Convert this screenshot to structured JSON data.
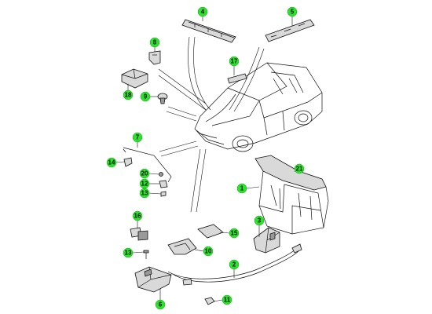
{
  "callouts": [
    {
      "id": "c4",
      "label": "4"
    },
    {
      "id": "c5",
      "label": "5"
    },
    {
      "id": "c8",
      "label": "8"
    },
    {
      "id": "c17",
      "label": "17"
    },
    {
      "id": "c18",
      "label": "18"
    },
    {
      "id": "c9",
      "label": "9"
    },
    {
      "id": "c7",
      "label": "7"
    },
    {
      "id": "c14",
      "label": "14"
    },
    {
      "id": "c20",
      "label": "20"
    },
    {
      "id": "c12",
      "label": "12"
    },
    {
      "id": "c13a",
      "label": "13"
    },
    {
      "id": "c21",
      "label": "21"
    },
    {
      "id": "c1",
      "label": "1"
    },
    {
      "id": "c16",
      "label": "16"
    },
    {
      "id": "c15",
      "label": "15"
    },
    {
      "id": "c3",
      "label": "3"
    },
    {
      "id": "c13b",
      "label": "13"
    },
    {
      "id": "c10",
      "label": "10"
    },
    {
      "id": "c2",
      "label": "2"
    },
    {
      "id": "c6",
      "label": "6"
    },
    {
      "id": "c11",
      "label": "11"
    }
  ],
  "colors": {
    "callout_fill": "#2fe12f",
    "line": "#111111",
    "part_fill": "#d9d9d9"
  }
}
